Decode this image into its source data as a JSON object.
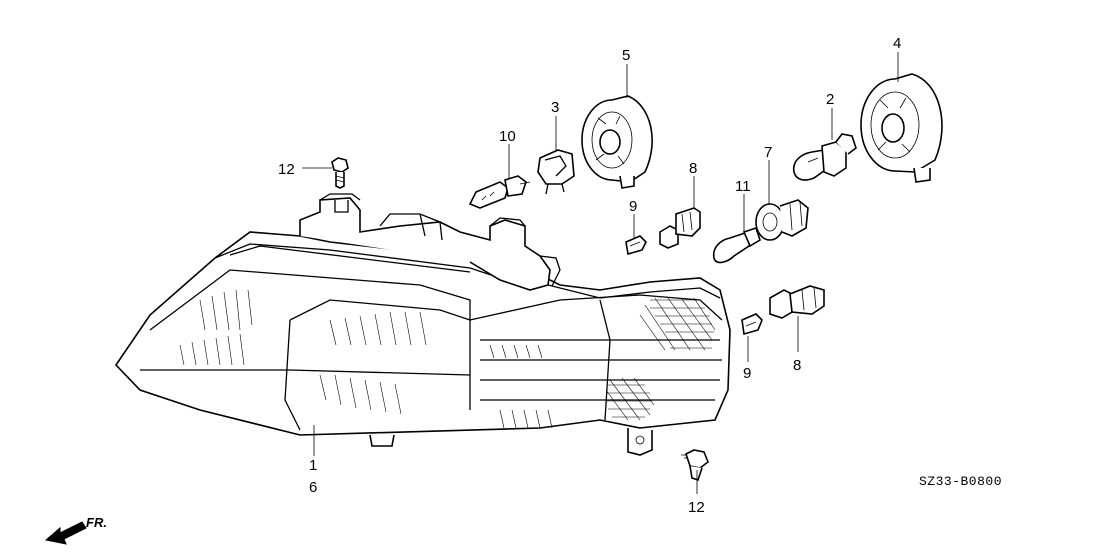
{
  "diagram": {
    "drawing_code": "SZ33-B0800",
    "direction_label": "FR.",
    "callouts": [
      {
        "id": "c1",
        "text": "1"
      },
      {
        "id": "c6",
        "text": "6"
      },
      {
        "id": "c2",
        "text": "2"
      },
      {
        "id": "c3",
        "text": "3"
      },
      {
        "id": "c4",
        "text": "4"
      },
      {
        "id": "c5",
        "text": "5"
      },
      {
        "id": "c7",
        "text": "7"
      },
      {
        "id": "c8a",
        "text": "8"
      },
      {
        "id": "c8b",
        "text": "8"
      },
      {
        "id": "c9a",
        "text": "9"
      },
      {
        "id": "c9b",
        "text": "9"
      },
      {
        "id": "c10",
        "text": "10"
      },
      {
        "id": "c11",
        "text": "11"
      },
      {
        "id": "c12a",
        "text": "12"
      },
      {
        "id": "c12b",
        "text": "12"
      }
    ]
  }
}
